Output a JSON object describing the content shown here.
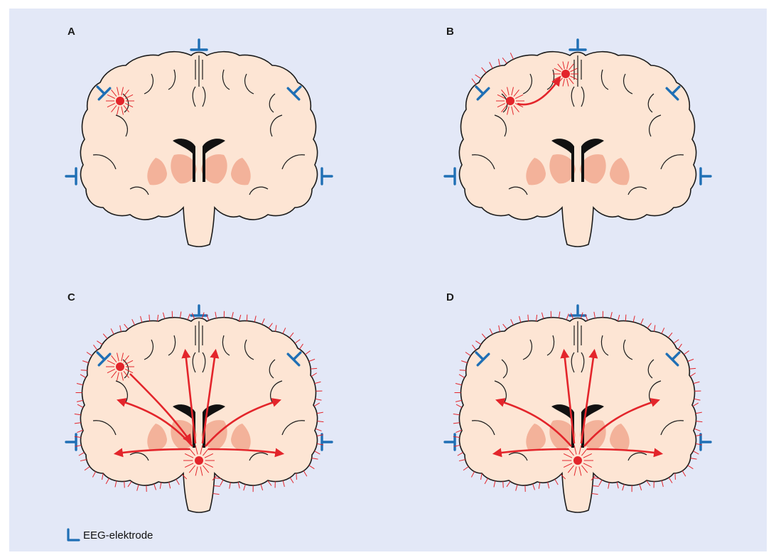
{
  "panels": [
    {
      "label": "A"
    },
    {
      "label": "B"
    },
    {
      "label": "C"
    },
    {
      "label": "D"
    }
  ],
  "legend": {
    "label": "EEG-elektrode",
    "icon": "eeg-electrode-icon"
  },
  "colors": {
    "background": "#e3e8f7",
    "brain_fill": "#fde5d4",
    "basal_ganglia": "#f3b29a",
    "ventricle": "#111111",
    "electrode": "#1f6fb5",
    "focus": "#e3252b"
  }
}
